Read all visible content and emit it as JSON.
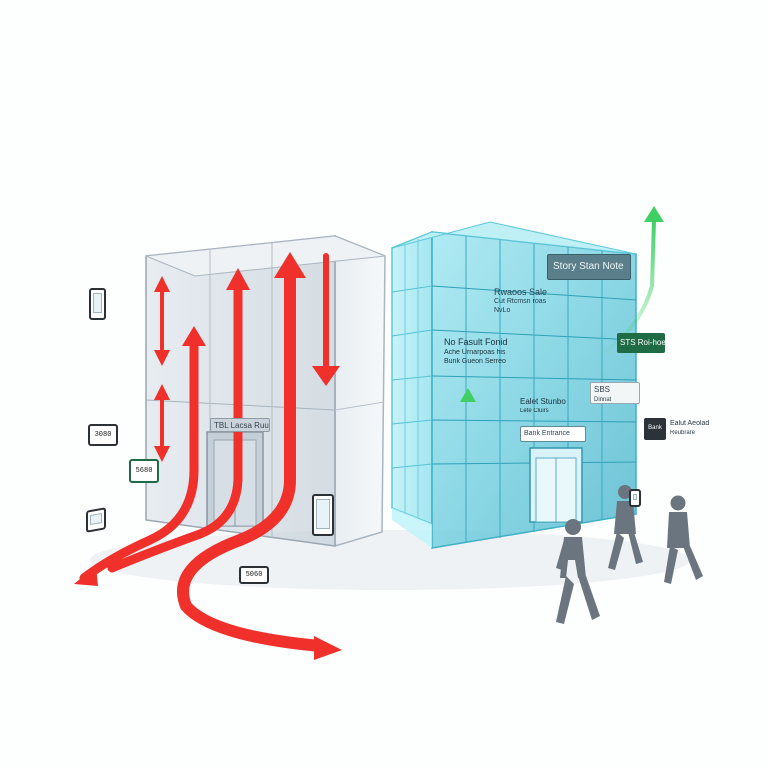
{
  "left_building": {
    "sign": "TBL Lacsa Ruuc"
  },
  "right_building": {
    "header_panel": "Story Stan Note",
    "line_1": "Rwaoos Sale",
    "line_2": "Cut Rtcmsn roas",
    "line_3": "NvLo",
    "line_4": "No Fasult Fonid",
    "line_5": "Ache Urnarpoas his",
    "line_6": "Bunk Gueon Serreo",
    "line_7": "Ealet Stunbo",
    "line_8": "Lete Cluirs",
    "entrance_sign": "Bank Entrance"
  },
  "side_tags": {
    "green_tag": "STS Roi-hoes",
    "mid_tag": "SBS",
    "mid_tag_sub": "Dinnat",
    "bank_tag_title": "Ealut Aeolad",
    "bank_tag_sub": "Reubrare",
    "bank_icon": "Bank"
  },
  "devices": {
    "card_1": "3080",
    "card_2": "5680",
    "card_3": "5060"
  },
  "colors": {
    "arrow_red": "#f0302a",
    "arrow_green": "#3fcf63",
    "glass_cyan": "#5fd6e6",
    "glass_gray": "#c9d3dc",
    "person_gray": "#6a7580",
    "tag_green": "#1f6b45"
  }
}
